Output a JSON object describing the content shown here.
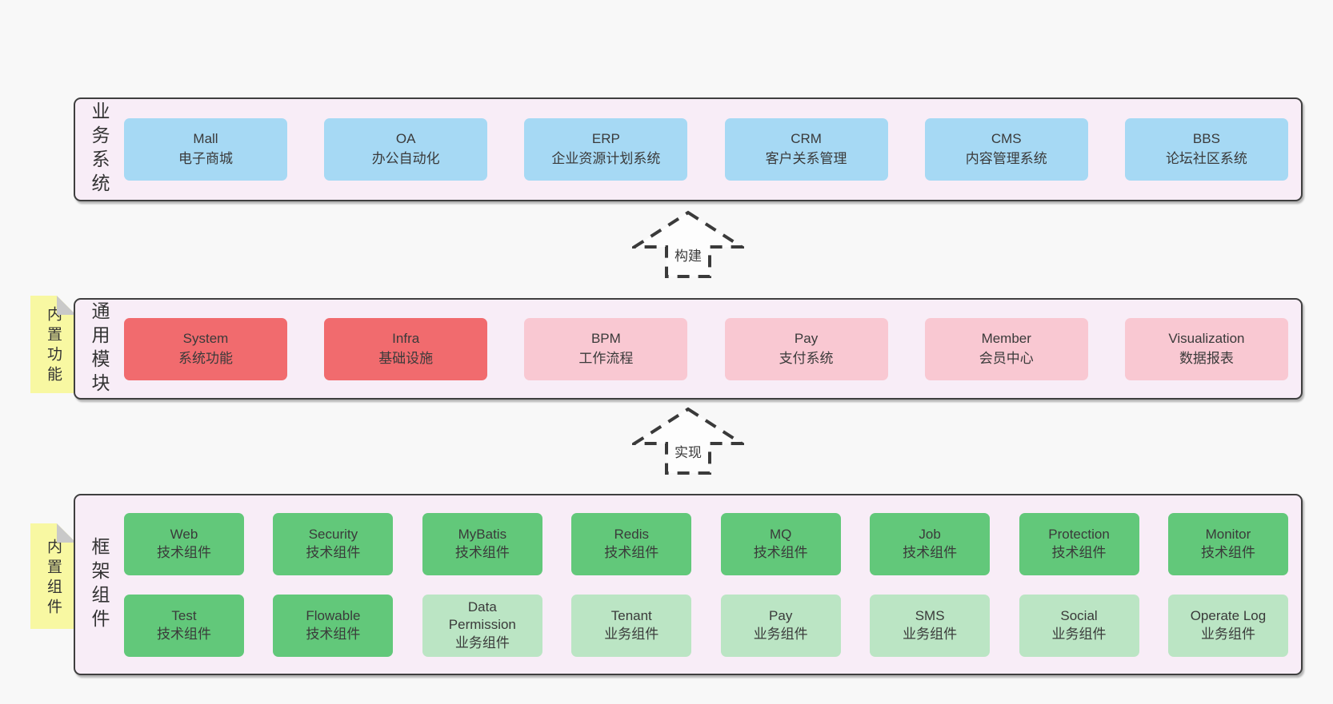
{
  "colors": {
    "page_bg": "#f8f8f8",
    "panel_bg": "#f8edf7",
    "panel_border": "#3f3f3f",
    "blue": "#a6d9f4",
    "red": "#f16b6e",
    "pink": "#f9c8d2",
    "green": "#62c87a",
    "lightgreen": "#bbe5c4",
    "sticky_yellow": "#f8f8a2",
    "sticky_fold": "#c9c9c9",
    "text": "#3a3a3a"
  },
  "arrows": [
    {
      "label": "构建"
    },
    {
      "label": "实现"
    }
  ],
  "sections": [
    {
      "label": "业务系统",
      "sticky": null,
      "rows": [
        [
          {
            "name": "Mall",
            "subtitle": "电子商城",
            "color": "blue"
          },
          {
            "name": "OA",
            "subtitle": "办公自动化",
            "color": "blue"
          },
          {
            "name": "ERP",
            "subtitle": "企业资源计划系统",
            "color": "blue"
          },
          {
            "name": "CRM",
            "subtitle": "客户关系管理",
            "color": "blue"
          },
          {
            "name": "CMS",
            "subtitle": "内容管理系统",
            "color": "blue"
          },
          {
            "name": "BBS",
            "subtitle": "论坛社区系统",
            "color": "blue"
          }
        ]
      ]
    },
    {
      "label": "通用模块",
      "sticky": "内置功能",
      "rows": [
        [
          {
            "name": "System",
            "subtitle": "系统功能",
            "color": "red"
          },
          {
            "name": "Infra",
            "subtitle": "基础设施",
            "color": "red"
          },
          {
            "name": "BPM",
            "subtitle": "工作流程",
            "color": "pink"
          },
          {
            "name": "Pay",
            "subtitle": "支付系统",
            "color": "pink"
          },
          {
            "name": "Member",
            "subtitle": "会员中心",
            "color": "pink"
          },
          {
            "name": "Visualization",
            "subtitle": "数据报表",
            "color": "pink"
          }
        ]
      ]
    },
    {
      "label": "框架组件",
      "sticky": "内置组件",
      "rows": [
        [
          {
            "name": "Web",
            "subtitle": "技术组件",
            "color": "green"
          },
          {
            "name": "Security",
            "subtitle": "技术组件",
            "color": "green"
          },
          {
            "name": "MyBatis",
            "subtitle": "技术组件",
            "color": "green"
          },
          {
            "name": "Redis",
            "subtitle": "技术组件",
            "color": "green"
          },
          {
            "name": "MQ",
            "subtitle": "技术组件",
            "color": "green"
          },
          {
            "name": "Job",
            "subtitle": "技术组件",
            "color": "green"
          },
          {
            "name": "Protection",
            "subtitle": "技术组件",
            "color": "green"
          },
          {
            "name": "Monitor",
            "subtitle": "技术组件",
            "color": "green"
          }
        ],
        [
          {
            "name": "Test",
            "subtitle": "技术组件",
            "color": "green"
          },
          {
            "name": "Flowable",
            "subtitle": "技术组件",
            "color": "green"
          },
          {
            "name": "Data Permission",
            "subtitle": "业务组件",
            "color": "lightgreen"
          },
          {
            "name": "Tenant",
            "subtitle": "业务组件",
            "color": "lightgreen"
          },
          {
            "name": "Pay",
            "subtitle": "业务组件",
            "color": "lightgreen"
          },
          {
            "name": "SMS",
            "subtitle": "业务组件",
            "color": "lightgreen"
          },
          {
            "name": "Social",
            "subtitle": "业务组件",
            "color": "lightgreen"
          },
          {
            "name": "Operate Log",
            "subtitle": "业务组件",
            "color": "lightgreen"
          }
        ]
      ]
    }
  ]
}
